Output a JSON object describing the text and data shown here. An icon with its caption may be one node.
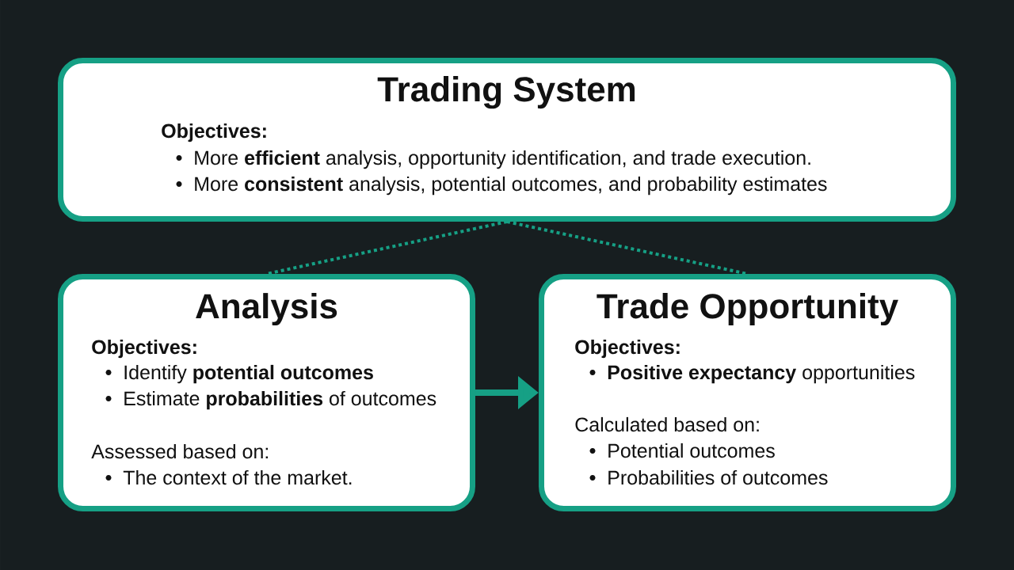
{
  "diagram": {
    "nodes": [
      {
        "text": [
          "Trading System",
          "Objectives:",
          "More **efficient** analysis, opportunity identification, and trade execution.",
          "More **consistent** analysis, potential outcomes, and probability estimates"
        ]
      },
      {
        "text": [
          "Analysis",
          "Objectives:",
          "Identify **potential outcomes**",
          "Estimate **probabilities** of outcomes",
          "Assessed based on:",
          "The context of the market."
        ]
      },
      {
        "text": [
          "Trade Opportunity",
          "Objectives:",
          "**Positive expectancy** opportunities",
          "Calculated based on:",
          "Potential outcomes",
          "Probabilities of outcomes"
        ]
      }
    ],
    "edges": [
      {
        "from": 0,
        "to": 1,
        "arrow": "none",
        "style": "dashed"
      },
      {
        "from": 0,
        "to": 2,
        "arrow": "none",
        "style": "dashed"
      },
      {
        "from": 1,
        "to": 2,
        "arrow": "to",
        "style": "thick"
      }
    ]
  }
}
